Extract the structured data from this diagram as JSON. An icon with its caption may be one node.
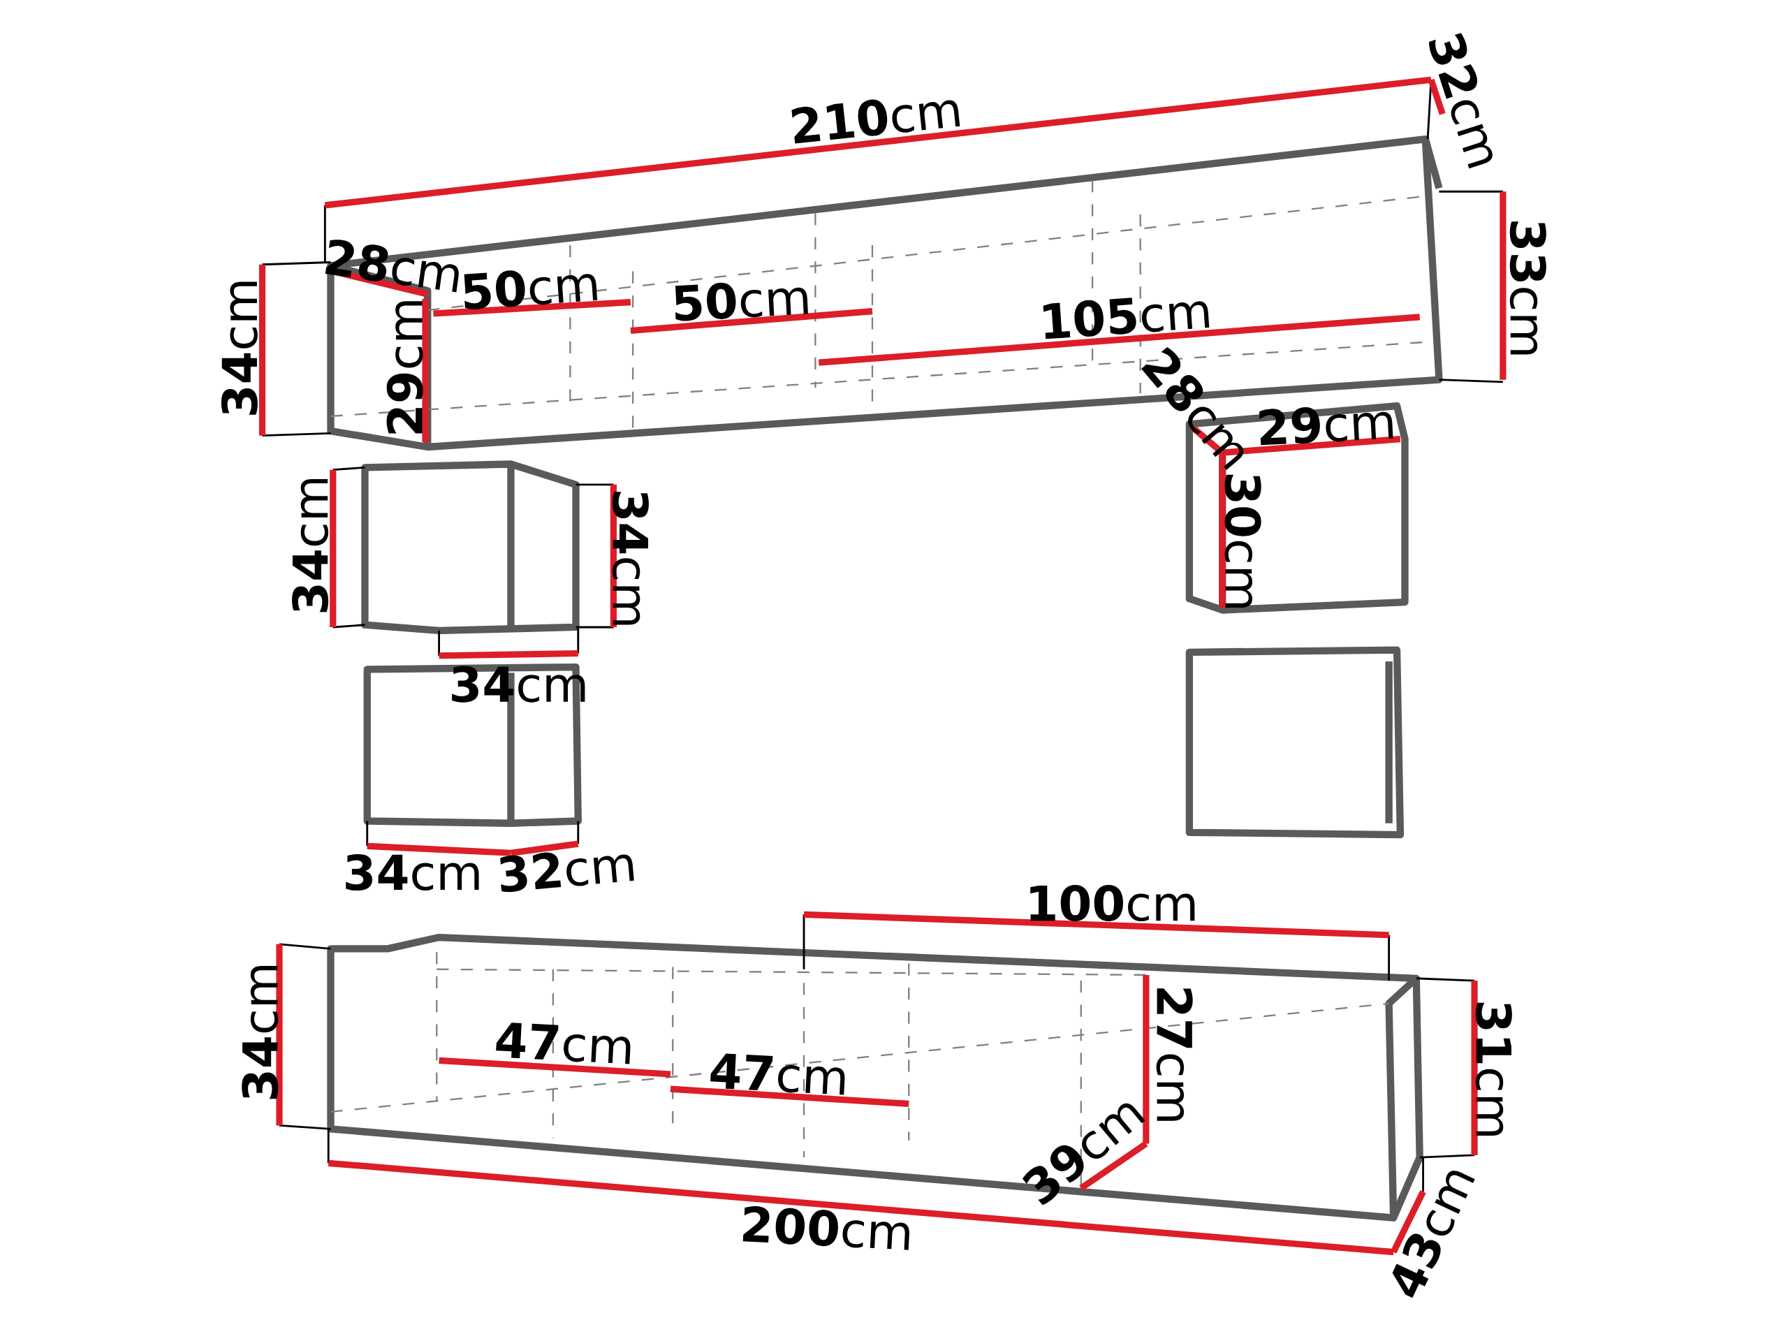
{
  "diagram": {
    "labels": [
      "**210**cm",
      "**32**cm",
      "**28**cm",
      "**50**cm",
      "**50**cm",
      "**105**cm",
      "**34**cm",
      "**33**cm",
      "**29**cm",
      "**28**cm",
      "**29**cm",
      "**34**cm",
      "**34**cm",
      "**30**cm",
      "**34**cm",
      "**34**cm",
      "**32**cm",
      "**100**cm",
      "**34**cm",
      "**47**cm",
      "**27**cm",
      "**31**cm",
      "**47**cm",
      "**39**cm",
      "**200**cm",
      "**43**cm"
    ]
  }
}
